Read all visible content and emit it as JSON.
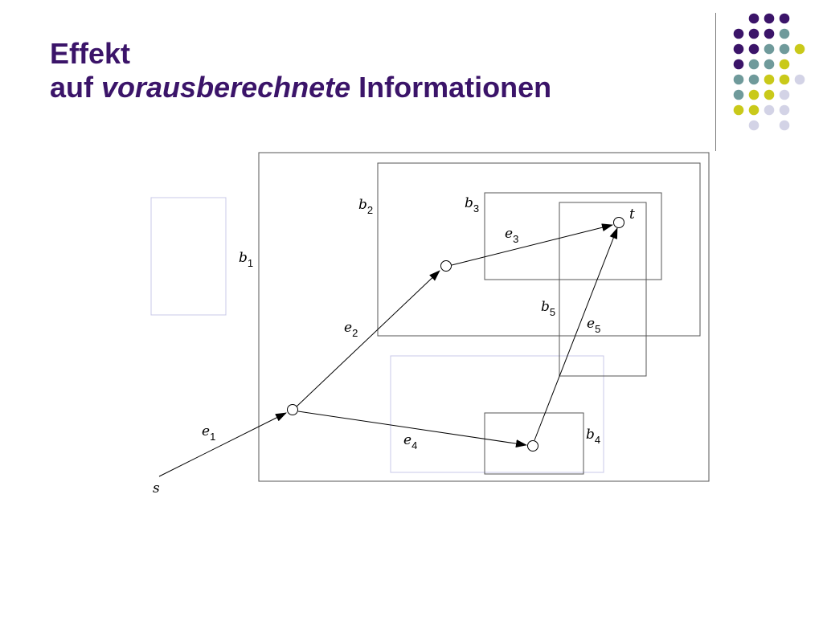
{
  "title": {
    "line1": "Effekt",
    "line2_prefix": "auf",
    "line2_italic": "vorausberechnete",
    "line2_suffix": "Informationen",
    "color": "#3b1469"
  },
  "decoration": {
    "dot_colors": {
      "purple": "#3b1469",
      "teal": "#6f9a9b",
      "yellow": "#c9c91a",
      "lavender": "#d3d3e6"
    }
  },
  "diagram": {
    "boxes": [
      {
        "id": "b1",
        "letter": "b",
        "sub": "1"
      },
      {
        "id": "b2",
        "letter": "b",
        "sub": "2"
      },
      {
        "id": "b3",
        "letter": "b",
        "sub": "3"
      },
      {
        "id": "b4",
        "letter": "b",
        "sub": "4"
      },
      {
        "id": "b5",
        "letter": "b",
        "sub": "5"
      }
    ],
    "edges": [
      {
        "id": "e1",
        "letter": "e",
        "sub": "1"
      },
      {
        "id": "e2",
        "letter": "e",
        "sub": "2"
      },
      {
        "id": "e3",
        "letter": "e",
        "sub": "3"
      },
      {
        "id": "e4",
        "letter": "e",
        "sub": "4"
      },
      {
        "id": "e5",
        "letter": "e",
        "sub": "5"
      }
    ],
    "nodes": {
      "s": "s",
      "t": "t"
    },
    "colors": {
      "box_stroke": "#555555",
      "faint_box_stroke": "#c8c8e8",
      "edge": "#000000"
    }
  }
}
